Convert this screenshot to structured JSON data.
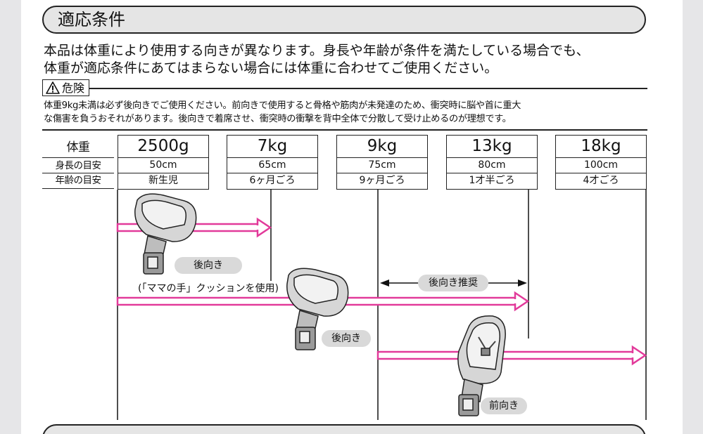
{
  "section_title": "適応条件",
  "intro": {
    "line1": "本品は体重により使用する向きが異なります。身長や年齢が条件を満たしている場合でも、",
    "line2": "体重が適応条件にあてはまらない場合には体重に合わせてご使用ください。"
  },
  "danger": {
    "label": "危険",
    "line1": "体重9kg未満は必ず後向きでご使用ください。前向きで使用すると骨格や筋肉が未発達のため、衝突時に脳や首に重大",
    "line2": "な傷害を負うおそれがあります。後向きで着席させ、衝突時の衝撃を背中全体で分散して受け止めるのが理想です。"
  },
  "table": {
    "row_labels": {
      "weight": "体重",
      "height": "身長の目安",
      "age": "年齢の目安"
    },
    "columns": [
      {
        "weight": "2500g",
        "height": "50cm",
        "age": "新生児"
      },
      {
        "weight": "7kg",
        "height": "65cm",
        "age": "6ヶ月ごろ"
      },
      {
        "weight": "9kg",
        "height": "75cm",
        "age": "9ヶ月ごろ"
      },
      {
        "weight": "13kg",
        "height": "80cm",
        "age": "1才半ごろ"
      },
      {
        "weight": "18kg",
        "height": "100cm",
        "age": "4才ごろ"
      }
    ]
  },
  "modes": {
    "rear1": "後向き",
    "cushion_note": "(「ママの手」クッションを使用)",
    "rear2": "後向き",
    "recommended": "後向き推奨",
    "forward": "前向き"
  },
  "colors": {
    "arrow": "#e23a9a",
    "pill": "#d9d9d9",
    "line": "#222222"
  }
}
